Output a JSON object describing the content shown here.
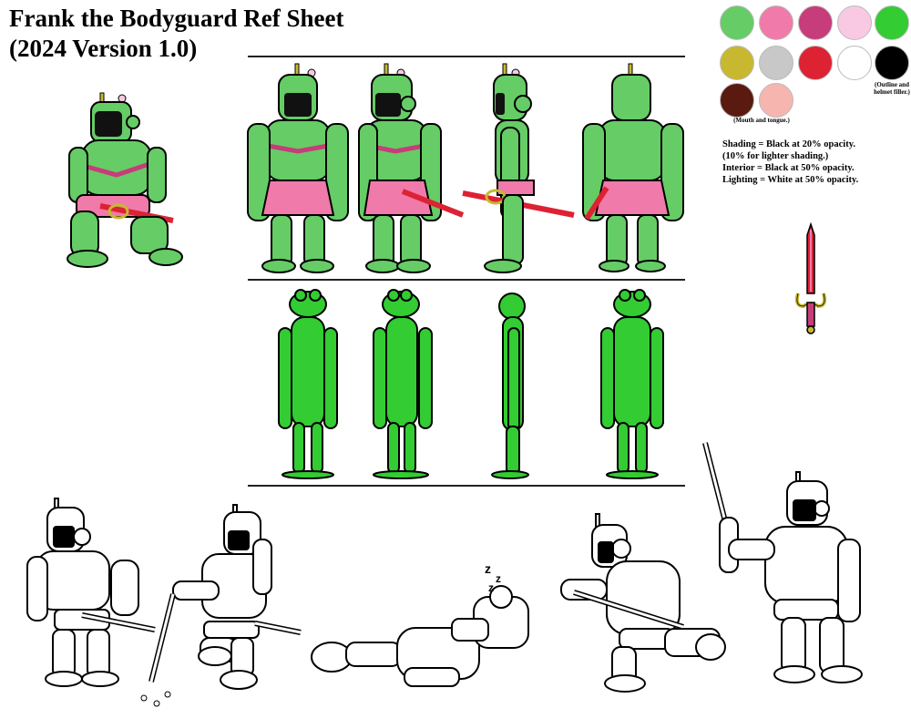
{
  "header": {
    "title_line1": "Frank the Bodyguard Ref Sheet",
    "title_line2": "(2024 Version 1.0)"
  },
  "palette": {
    "row1": [
      "#66cc66",
      "#f07aaa",
      "#c73c7a",
      "#f9c9e3",
      "#33cc33"
    ],
    "row2": [
      "#c8b830",
      "#c8c8c8",
      "#dd2233",
      "#ffffff",
      "#000000"
    ],
    "row3": [
      "#5a1a10",
      "#f7b5b0"
    ],
    "notes": {
      "outline": "(Outline and helmet filler.)",
      "mouth": "(Mouth and tongue.)"
    }
  },
  "shading_notes": [
    "Shading = Black at 20% opacity.",
    "(10% for lighter shading.)",
    "Interior = Black at 50% opacity.",
    "Lighting = White at 50% opacity."
  ],
  "figures": {
    "armor_colors": {
      "armor": "#66cc66",
      "skirt": "#f07aaa",
      "belt": "#c73c7a",
      "gold": "#c8b830",
      "blade": "#dd2233",
      "frog": "#33cc33"
    },
    "armored_turnaround": [
      "front",
      "three-quarter",
      "side",
      "back"
    ],
    "frog_turnaround": [
      "front",
      "three-quarter",
      "side",
      "back"
    ],
    "sketches": [
      "standing-pose",
      "sword-leaning-pose",
      "sleeping-pose",
      "sword-swing-pose",
      "sword-raised-pose"
    ]
  }
}
